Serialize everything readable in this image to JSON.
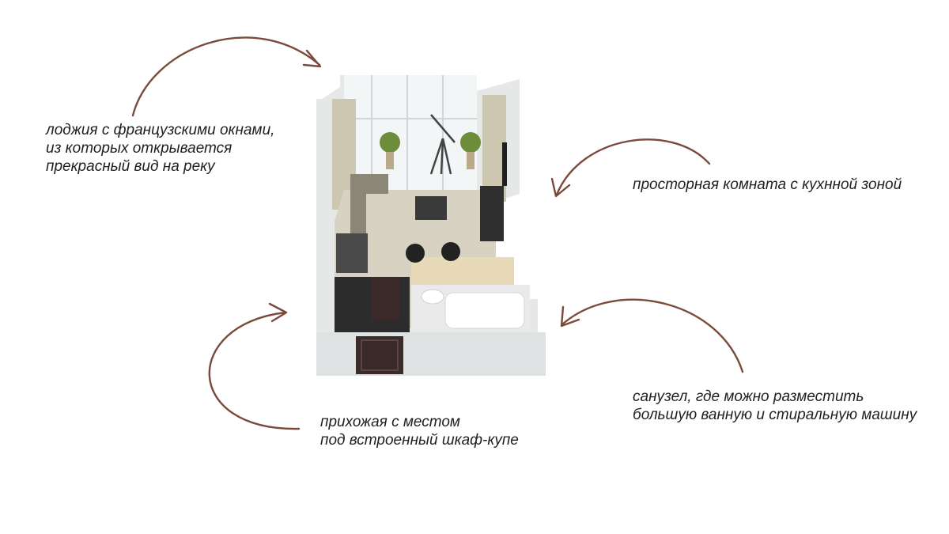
{
  "annotations": {
    "loggia": {
      "line1": "лоджия с французскими окнами,",
      "line2": "из которых открывается",
      "line3": "прекрасный вид на реку"
    },
    "room": {
      "line1": "просторная комната с кухнной зоной"
    },
    "hallway": {
      "line1": "прихожая с местом",
      "line2": "под встроенный шкаф-купе"
    },
    "bathroom": {
      "line1": "санузел, где можно разместить",
      "line2": "большую ванную и стиральную машину"
    }
  },
  "colors": {
    "arrow": "#7a4a3a",
    "text": "#1f1f1f",
    "wall": "#e8eaea",
    "floor": "#d9d3c4",
    "sofa": "#8a8678",
    "dark_furniture": "#2f2f2f",
    "door": "#3b2a2a"
  }
}
